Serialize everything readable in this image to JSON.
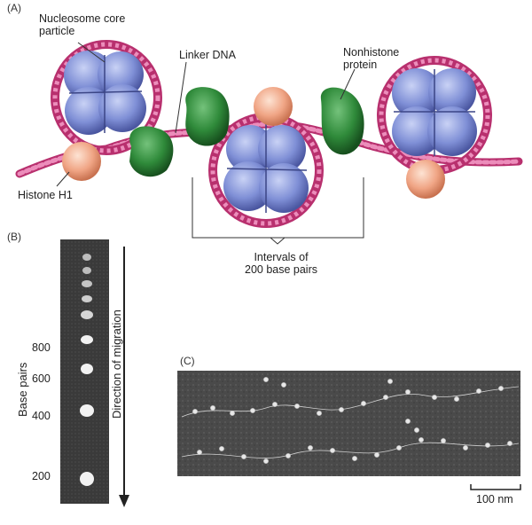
{
  "panel_a": {
    "letter": "(A)",
    "labels": {
      "nucleosome_core": [
        "Nucleosome core",
        "particle"
      ],
      "linker_dna": "Linker DNA",
      "nonhistone": [
        "Nonhistone",
        "protein"
      ],
      "histone_h1": "Histone H1",
      "intervals": [
        "Intervals of",
        "200 base pairs"
      ]
    },
    "colors": {
      "dna": "#d9528c",
      "histone_core": "#7f8fd6",
      "nonhistone": "#2f8a3a",
      "h1": "#f0a585"
    }
  },
  "panel_b": {
    "letter": "(B)",
    "axis_label": "Base pairs",
    "direction_label": "Direction of migration",
    "ticks": [
      "800",
      "600",
      "400",
      "200"
    ]
  },
  "panel_c": {
    "letter": "(C)",
    "scale_label": "100 nm"
  }
}
